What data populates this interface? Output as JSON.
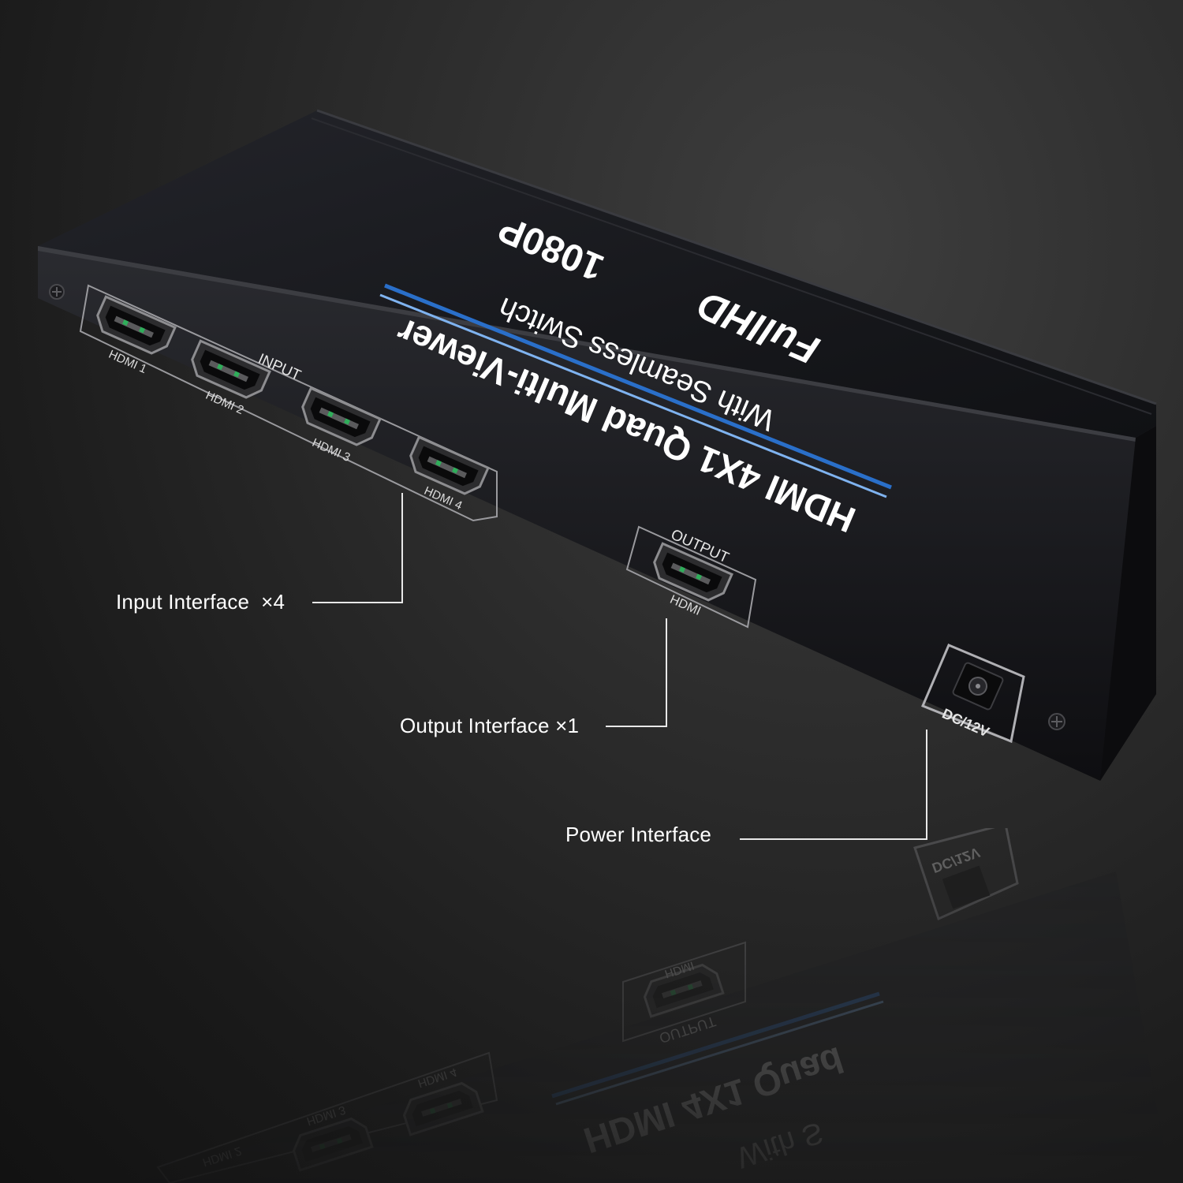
{
  "device": {
    "top_print": {
      "resolution": "1080P",
      "hd_logo": "FullHD",
      "subtitle": "With Seamless Switch",
      "title": "HDMI 4X1 Quad Multi-Viewer"
    },
    "stripe_colors": [
      "#2a6fc9",
      "#7fb3f0"
    ],
    "body_color": "#141418",
    "input_group": {
      "group_label": "INPUT",
      "ports": [
        "HDMI 1",
        "HDMI 2",
        "HDMI 3",
        "HDMI 4"
      ]
    },
    "output_group": {
      "group_label": "OUTPUT",
      "port": "HDMI"
    },
    "power_port": "DC/12V"
  },
  "callouts": {
    "input": "Input Interface  ×4",
    "output": "Output Interface ×1",
    "power": "Power Interface"
  },
  "reflection": {
    "title": "HDMI 4X1 Quad",
    "subtitle": "With S",
    "output_group_label": "OUTPUT",
    "output_port": "HDMI",
    "ports": [
      "HDMI 2",
      "HDMI 3",
      "HDMI 4"
    ],
    "power_port": "DC/12V"
  }
}
